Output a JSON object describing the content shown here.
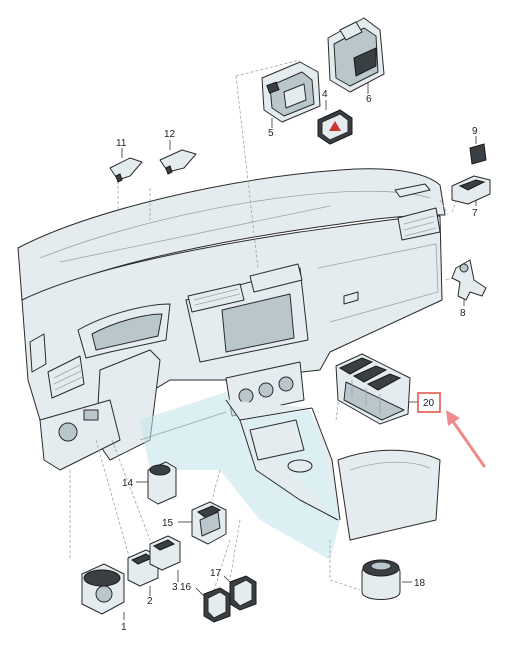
{
  "labels": {
    "p1": "1",
    "p2": "2",
    "p3": "3",
    "p4": "4",
    "p5": "5",
    "p6": "6",
    "p7": "7",
    "p8": "8",
    "p9": "9",
    "p11": "11",
    "p12": "12",
    "p14": "14",
    "p15": "15",
    "p16": "16",
    "p17": "17",
    "p18": "18",
    "p20": "20"
  },
  "colors": {
    "highlight_box": "#e2574c",
    "arrow": "#f08a8f",
    "console_highlight": "#bfe3ea"
  }
}
